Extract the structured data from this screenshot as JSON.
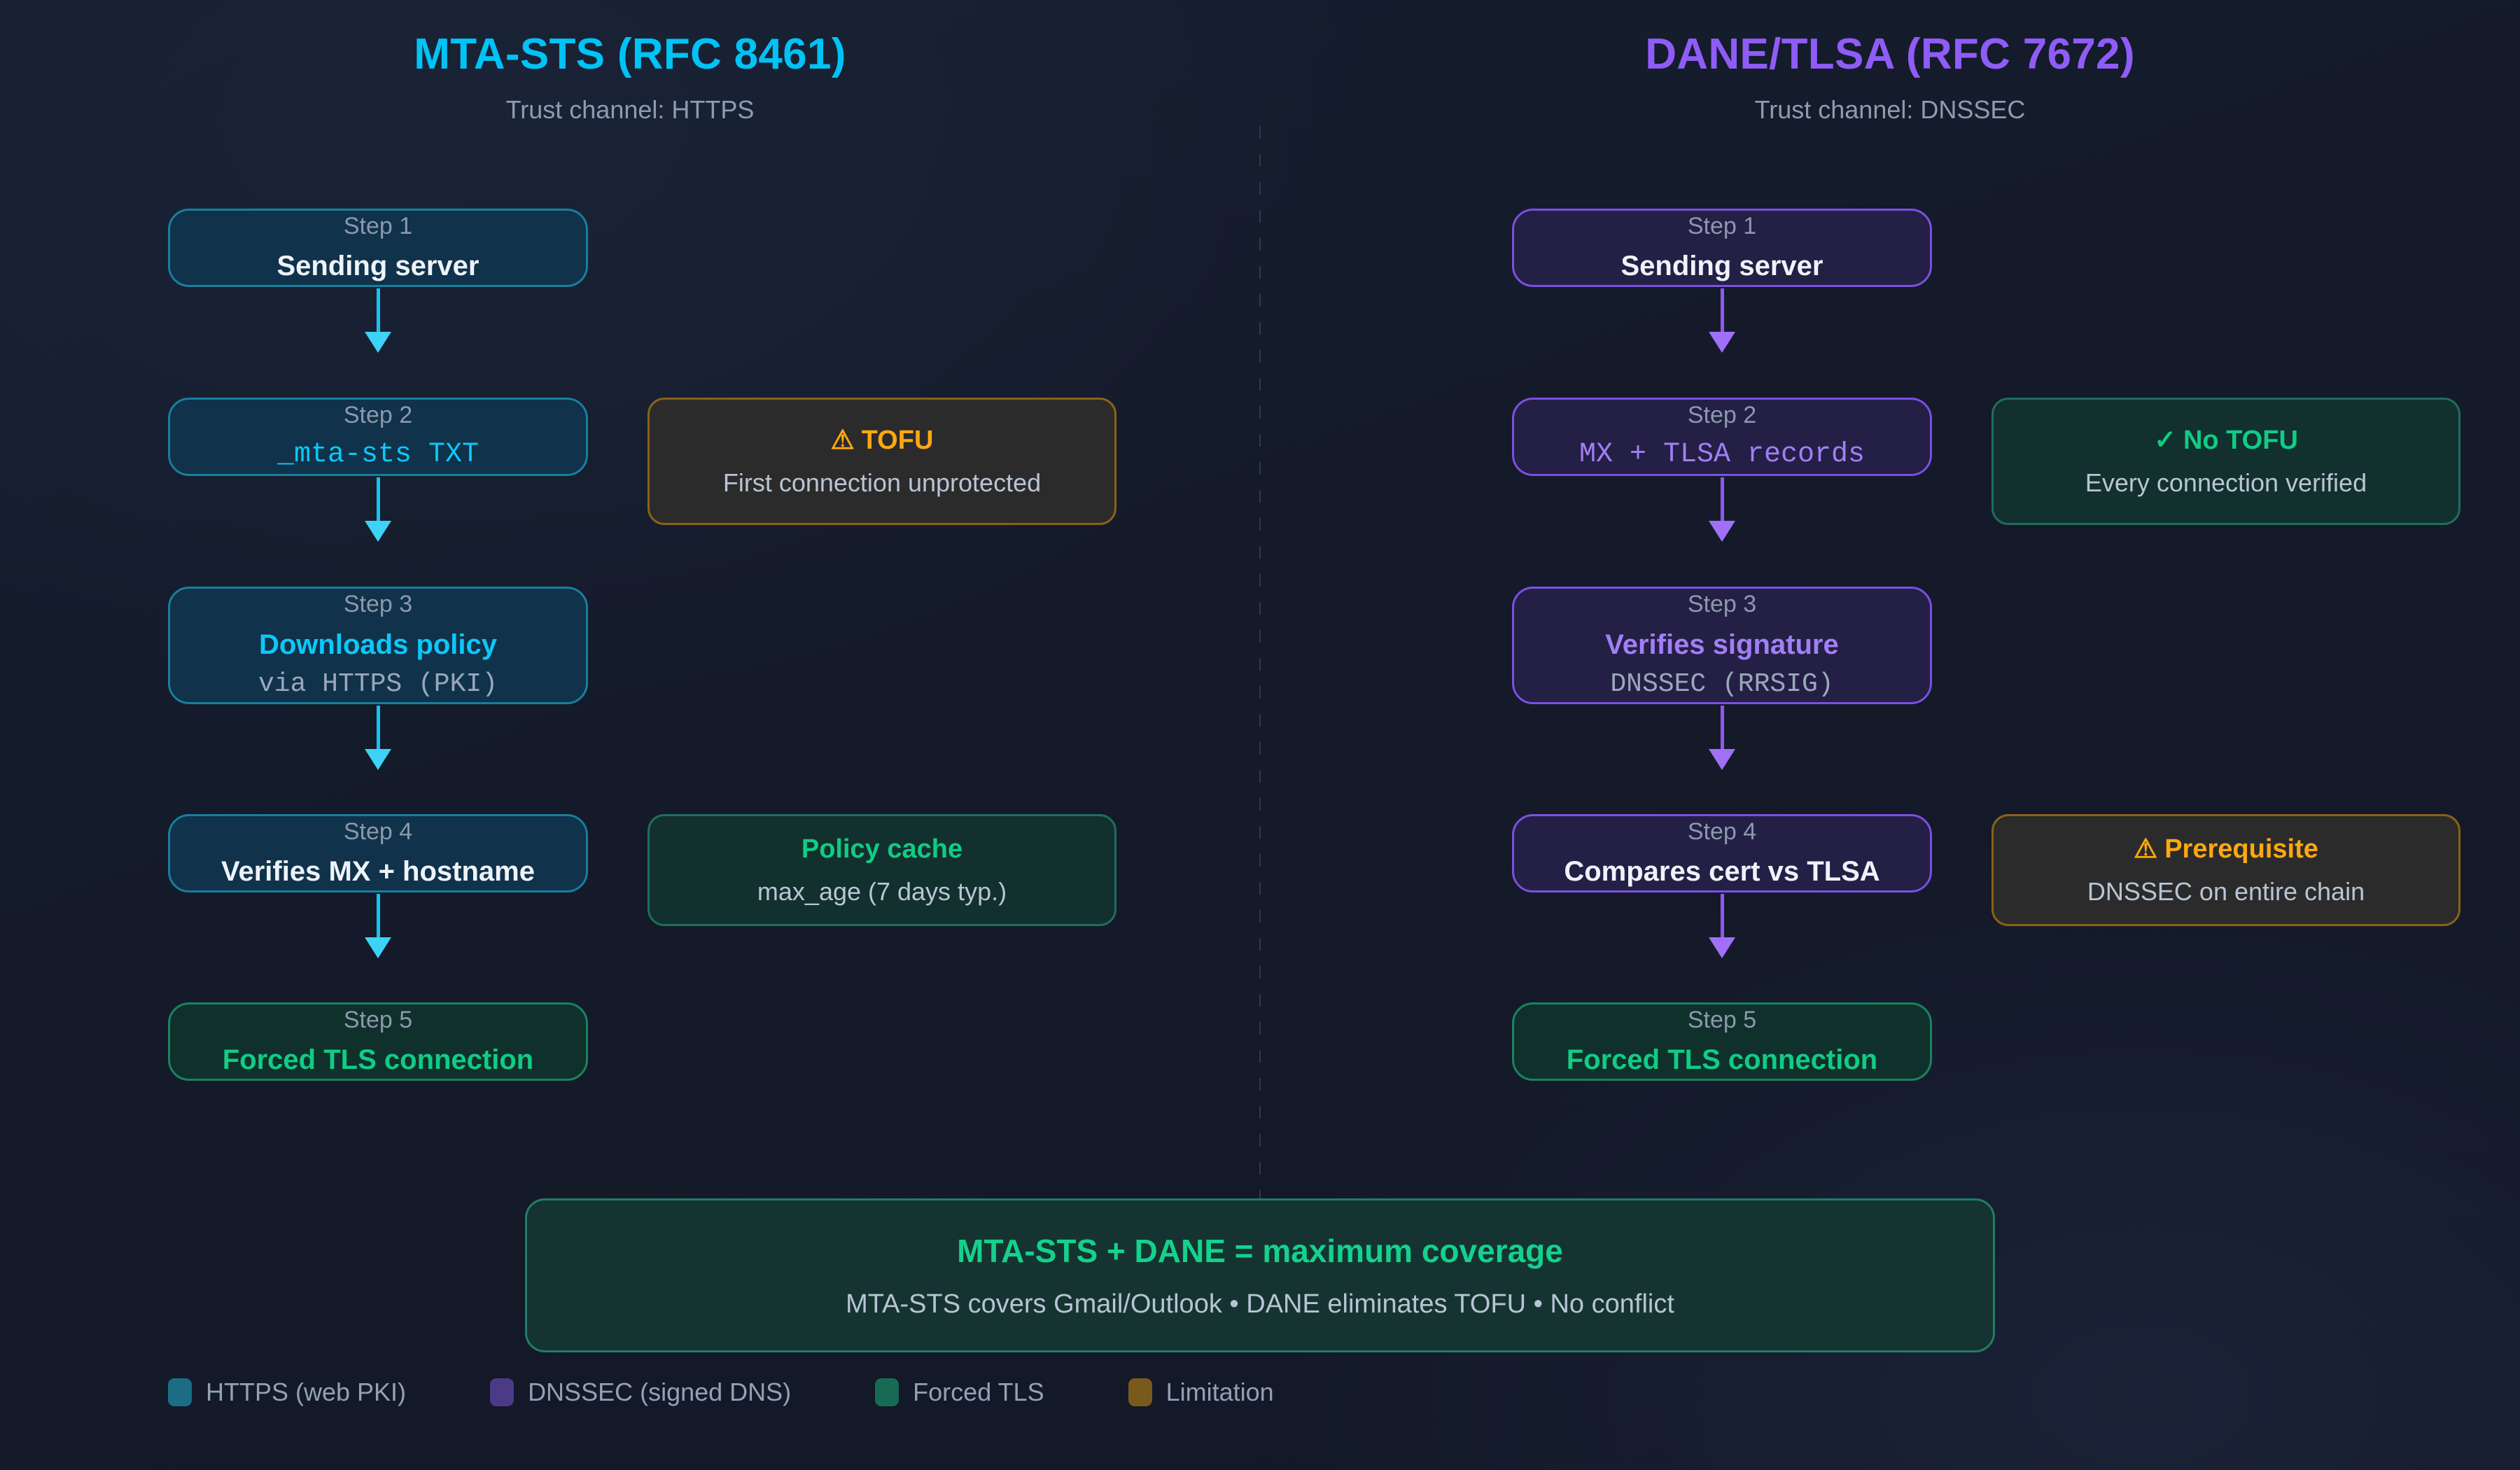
{
  "columns": [
    {
      "title": "MTA-STS (RFC 8461)",
      "subtitle": "Trust channel: HTTPS",
      "steps": [
        {
          "step": "Step 1",
          "main": "Sending server",
          "sub": ""
        },
        {
          "step": "Step 2",
          "main": "_mta-sts TXT",
          "sub": ""
        },
        {
          "step": "Step 3",
          "main": "Downloads policy",
          "sub": "via HTTPS (PKI)"
        },
        {
          "step": "Step 4",
          "main": "Verifies MX + hostname",
          "sub": ""
        },
        {
          "step": "Step 5",
          "main": "Forced TLS connection",
          "sub": ""
        }
      ],
      "notes": [
        {
          "icon": "warning-triangle-icon",
          "icon_glyph": "⚠",
          "title": "TOFU",
          "desc": "First connection unprotected"
        },
        {
          "icon": "none",
          "icon_glyph": "",
          "title": "Policy cache",
          "desc": "max_age (7 days typ.)"
        }
      ]
    },
    {
      "title": "DANE/TLSA (RFC 7672)",
      "subtitle": "Trust channel: DNSSEC",
      "steps": [
        {
          "step": "Step 1",
          "main": "Sending server",
          "sub": ""
        },
        {
          "step": "Step 2",
          "main": "MX + TLSA records",
          "sub": ""
        },
        {
          "step": "Step 3",
          "main": "Verifies signature",
          "sub": "DNSSEC (RRSIG)"
        },
        {
          "step": "Step 4",
          "main": "Compares cert vs TLSA",
          "sub": ""
        },
        {
          "step": "Step 5",
          "main": "Forced TLS connection",
          "sub": ""
        }
      ],
      "notes": [
        {
          "icon": "check-icon",
          "icon_glyph": "✓",
          "title": "No TOFU",
          "desc": "Every connection verified"
        },
        {
          "icon": "warning-triangle-icon",
          "icon_glyph": "⚠",
          "title": "Prerequisite",
          "desc": "DNSSEC on entire chain"
        }
      ]
    }
  ],
  "summary": {
    "headline": "MTA-STS + DANE = maximum coverage",
    "detail": "MTA-STS covers Gmail/Outlook • DANE eliminates TOFU • No conflict"
  },
  "legend": [
    {
      "label": "HTTPS (web PKI)",
      "color": "#1a6d85"
    },
    {
      "label": "DNSSEC (signed DNS)",
      "color": "#4b3b86"
    },
    {
      "label": "Forced TLS",
      "color": "#176b54"
    },
    {
      "label": "Limitation",
      "color": "#7a5a1c"
    }
  ],
  "colors": {
    "mtasts_accent": "#00c3f5",
    "dane_accent": "#8f5cf7",
    "forced_tls": "#10cc84",
    "limitation": "#ffa811",
    "background": "#141a29"
  }
}
